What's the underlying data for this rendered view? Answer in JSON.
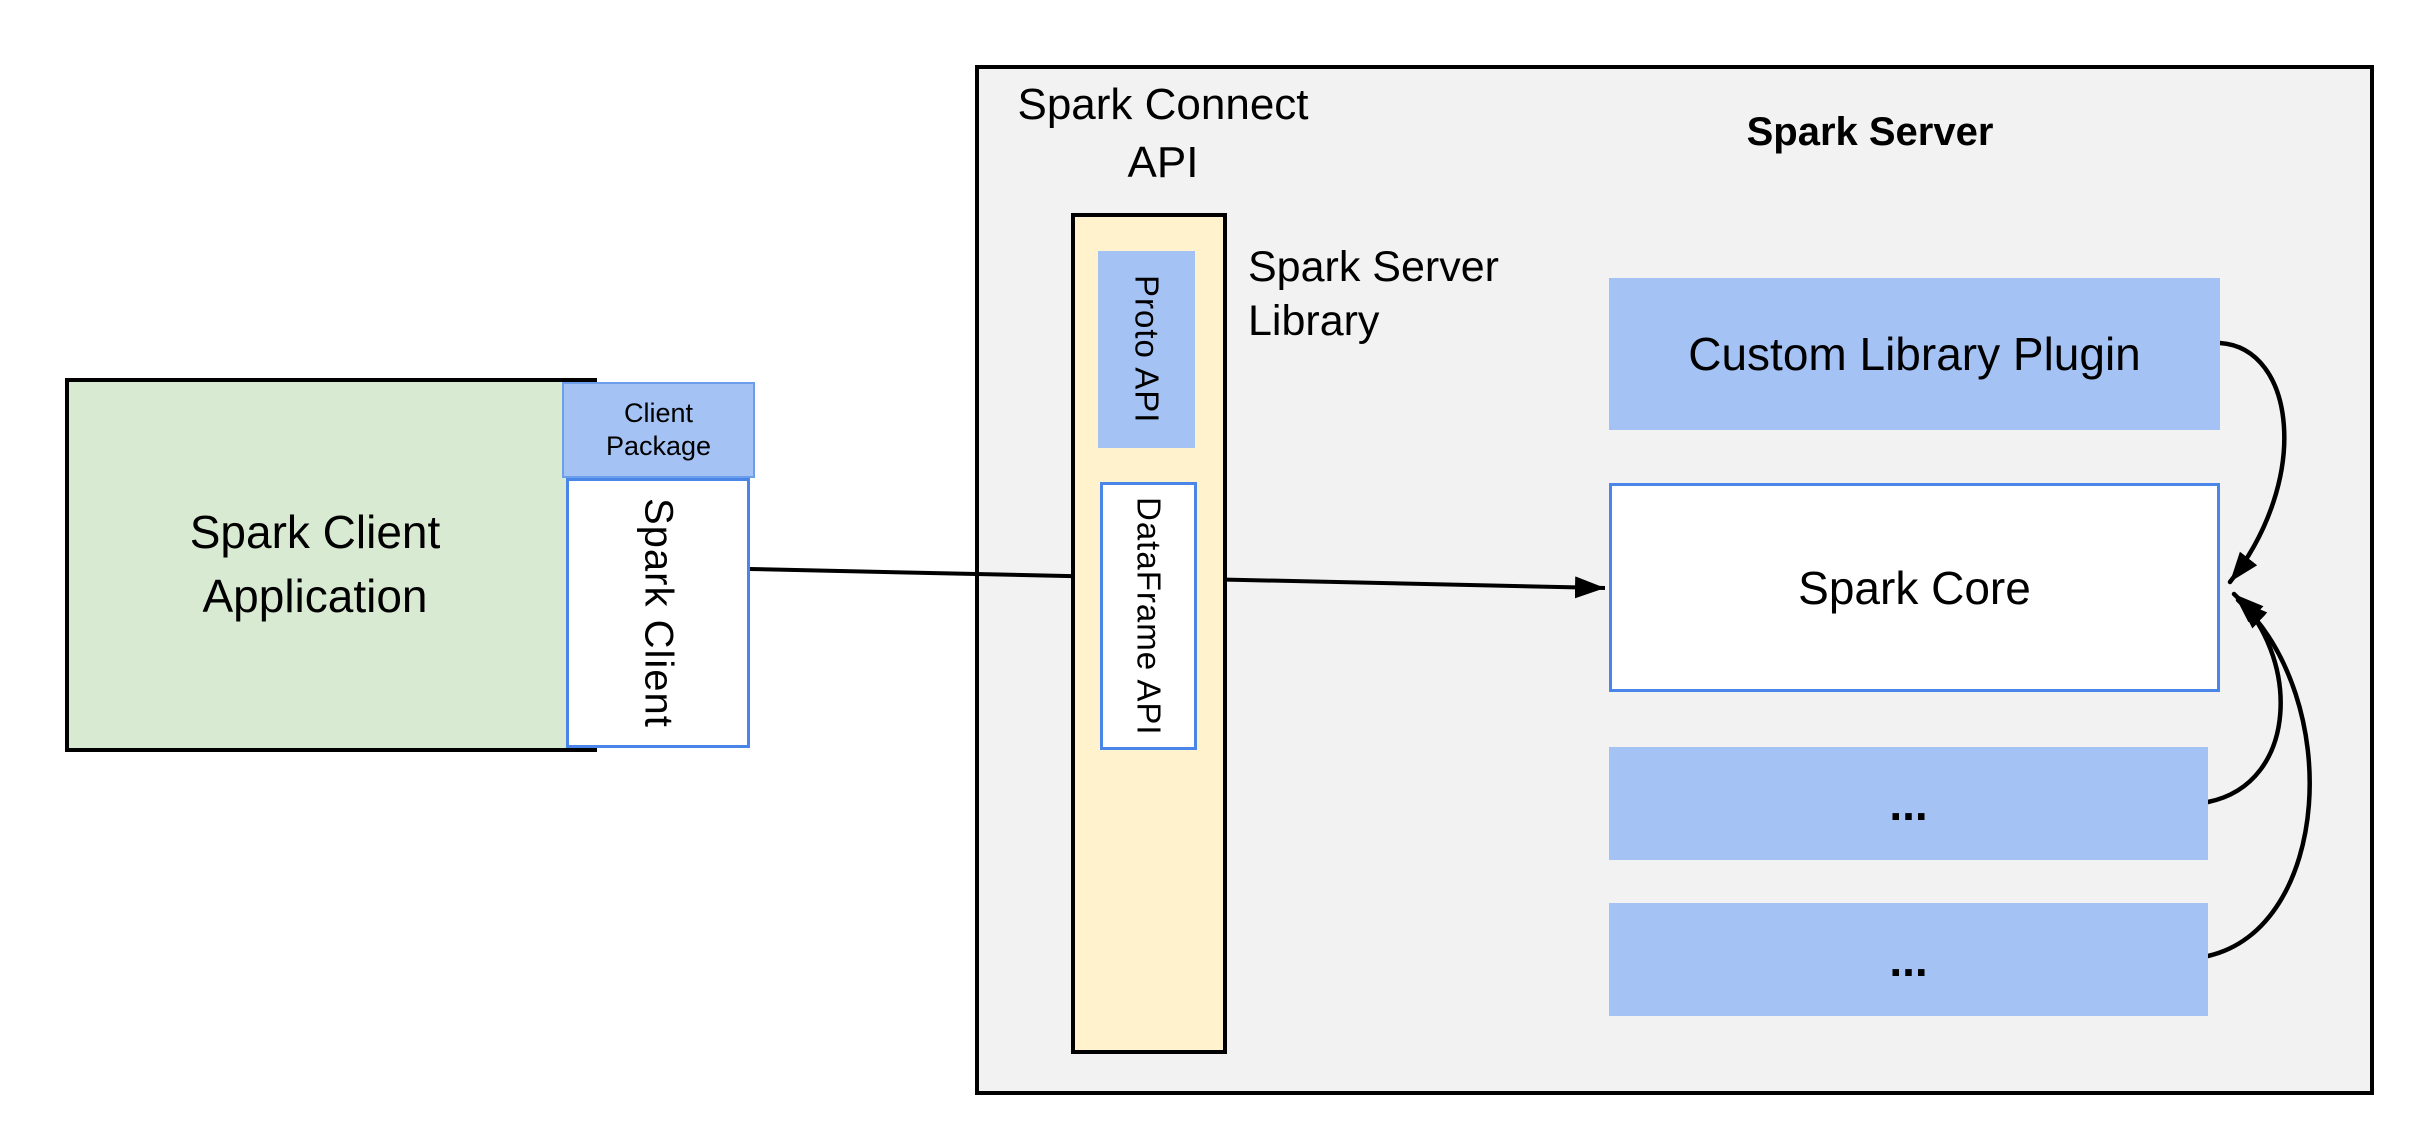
{
  "diagram": {
    "client_app": {
      "line1": "Spark Client",
      "line2": "Application"
    },
    "client_package": {
      "line1": "Client",
      "line2": "Package"
    },
    "spark_client_label": "Spark Client",
    "connect_api": {
      "line1": "Spark Connect",
      "line2": "API"
    },
    "proto_api_label": "Proto API",
    "dataframe_api_label": "DataFrame API",
    "server_library": {
      "line1": "Spark Server",
      "line2": "Library"
    },
    "server_title": "Spark Server",
    "custom_library_plugin_label": "Custom Library Plugin",
    "spark_core_label": "Spark Core",
    "ellipsis_1": "...",
    "ellipsis_2": "...",
    "colors": {
      "client_app_fill": "#d9ead3",
      "blue_node_fill": "#a4c2f4",
      "blue_node_border": "#4a86e8",
      "client_package_border": "#6d9eeb",
      "connect_api_column_fill": "#fff2cc",
      "server_panel_fill": "#f2f2f2",
      "outline": "#000000",
      "arrow": "#000000"
    }
  }
}
